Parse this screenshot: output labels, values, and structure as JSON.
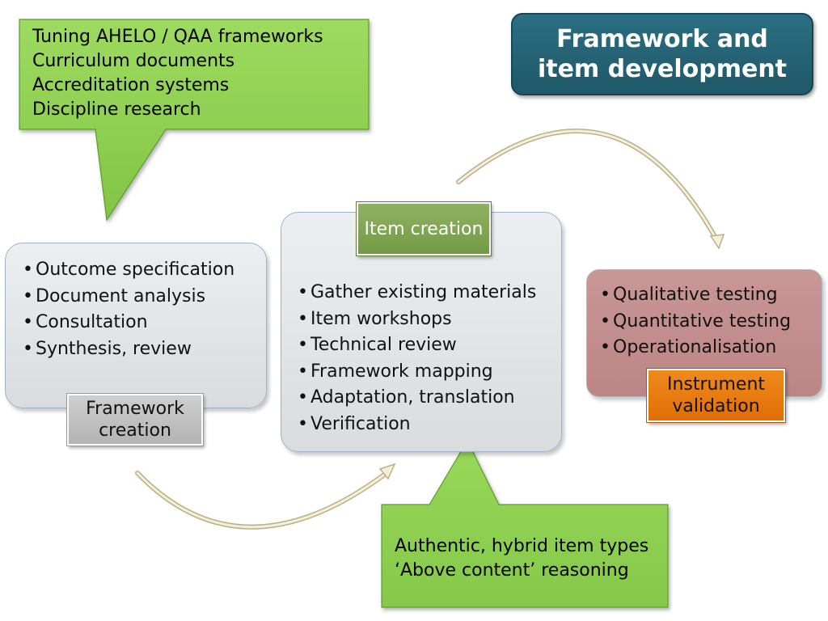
{
  "title": {
    "line1": "Framework and",
    "line2": "item development"
  },
  "callout_top": {
    "lines": [
      "Tuning AHELO / QAA frameworks",
      "Curriculum documents",
      "Accreditation systems",
      "Discipline research"
    ]
  },
  "callout_bottom": {
    "lines": [
      "Authentic, hybrid item types",
      "‘Above content’ reasoning"
    ]
  },
  "stages": {
    "framework": {
      "label_line1": "Framework",
      "label_line2": "creation",
      "items": [
        "Outcome specification",
        "Document analysis",
        "Consultation",
        "Synthesis, review"
      ]
    },
    "item": {
      "label": "Item creation",
      "items": [
        "Gather existing materials",
        "Item workshops",
        "Technical review",
        "Framework mapping",
        "Adaptation, translation",
        "Verification"
      ]
    },
    "validation": {
      "label_line1": "Instrument",
      "label_line2": "validation",
      "items": [
        "Qualitative testing",
        "Quantitative testing",
        "Operationalisation"
      ]
    }
  },
  "bullet_char": "•",
  "colors": {
    "title_bg": "#25677a",
    "callout_green": "#8fd14f",
    "panel_gray": "#e3e6e8",
    "validation_rose": "#c28d8c",
    "label_green": "#7ea451",
    "label_orange": "#e8780f",
    "label_gray": "#c0c0c0",
    "arrow_cream": "#f2edd2"
  }
}
